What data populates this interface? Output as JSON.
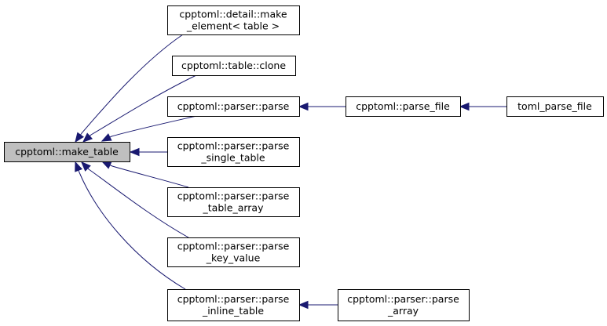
{
  "graph": {
    "nodes": [
      {
        "id": "make_table",
        "label_lines": [
          "cpptoml::make_table"
        ],
        "fill": "#bfbfbf"
      },
      {
        "id": "make_element",
        "label_lines": [
          "cpptoml::detail::make",
          "_element< table >"
        ],
        "fill": "#ffffff"
      },
      {
        "id": "table_clone",
        "label_lines": [
          "cpptoml::table::clone"
        ],
        "fill": "#ffffff"
      },
      {
        "id": "parser_parse",
        "label_lines": [
          "cpptoml::parser::parse"
        ],
        "fill": "#ffffff"
      },
      {
        "id": "parse_single_table",
        "label_lines": [
          "cpptoml::parser::parse",
          "_single_table"
        ],
        "fill": "#ffffff"
      },
      {
        "id": "parse_table_array",
        "label_lines": [
          "cpptoml::parser::parse",
          "_table_array"
        ],
        "fill": "#ffffff"
      },
      {
        "id": "parse_key_value",
        "label_lines": [
          "cpptoml::parser::parse",
          "_key_value"
        ],
        "fill": "#ffffff"
      },
      {
        "id": "parse_inline_table",
        "label_lines": [
          "cpptoml::parser::parse",
          "_inline_table"
        ],
        "fill": "#ffffff"
      },
      {
        "id": "parse_file",
        "label_lines": [
          "cpptoml::parse_file"
        ],
        "fill": "#ffffff"
      },
      {
        "id": "toml_parse_file",
        "label_lines": [
          "toml_parse_file"
        ],
        "fill": "#ffffff"
      },
      {
        "id": "parse_array",
        "label_lines": [
          "cpptoml::parser::parse",
          "_array"
        ],
        "fill": "#ffffff"
      }
    ],
    "edges": [
      {
        "from": "make_element",
        "to": "make_table"
      },
      {
        "from": "table_clone",
        "to": "make_table"
      },
      {
        "from": "parser_parse",
        "to": "make_table"
      },
      {
        "from": "parse_single_table",
        "to": "make_table"
      },
      {
        "from": "parse_table_array",
        "to": "make_table"
      },
      {
        "from": "parse_key_value",
        "to": "make_table"
      },
      {
        "from": "parse_inline_table",
        "to": "make_table"
      },
      {
        "from": "parse_file",
        "to": "parser_parse"
      },
      {
        "from": "toml_parse_file",
        "to": "parse_file"
      },
      {
        "from": "parse_array",
        "to": "parse_inline_table"
      }
    ]
  }
}
